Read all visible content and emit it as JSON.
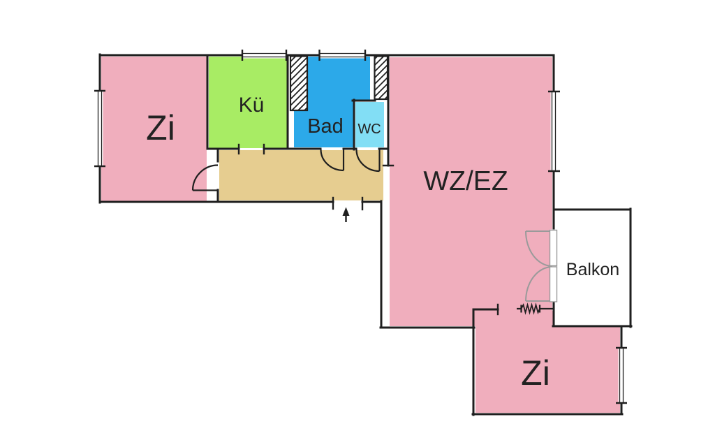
{
  "plan": {
    "type": "apartment-floor-plan",
    "rooms": {
      "zi_left": {
        "label": "Zi"
      },
      "kueche": {
        "label": "Kü"
      },
      "bad": {
        "label": "Bad"
      },
      "wc": {
        "label": "WC"
      },
      "wz_ez": {
        "label": "WZ/EZ"
      },
      "balkon": {
        "label": "Balkon"
      },
      "zi_bottom": {
        "label": "Zi"
      }
    },
    "symbols": {
      "entrance_arrow": "arrow pointing up into hallway",
      "radiator": "zigzag radiator symbol",
      "shaft_hatch": "diagonal hatched shaft"
    }
  },
  "palette": {
    "pink": "#F0AEBD",
    "green": "#A8EC64",
    "blue": "#2CA9E9",
    "cyan": "#82DEF5",
    "tan": "#E6CD90",
    "wall": "#1F1F1F",
    "door_gray": "#9A9A9A",
    "white": "#FFFFFF",
    "text": "#222222",
    "background": "#FFFFFF"
  }
}
